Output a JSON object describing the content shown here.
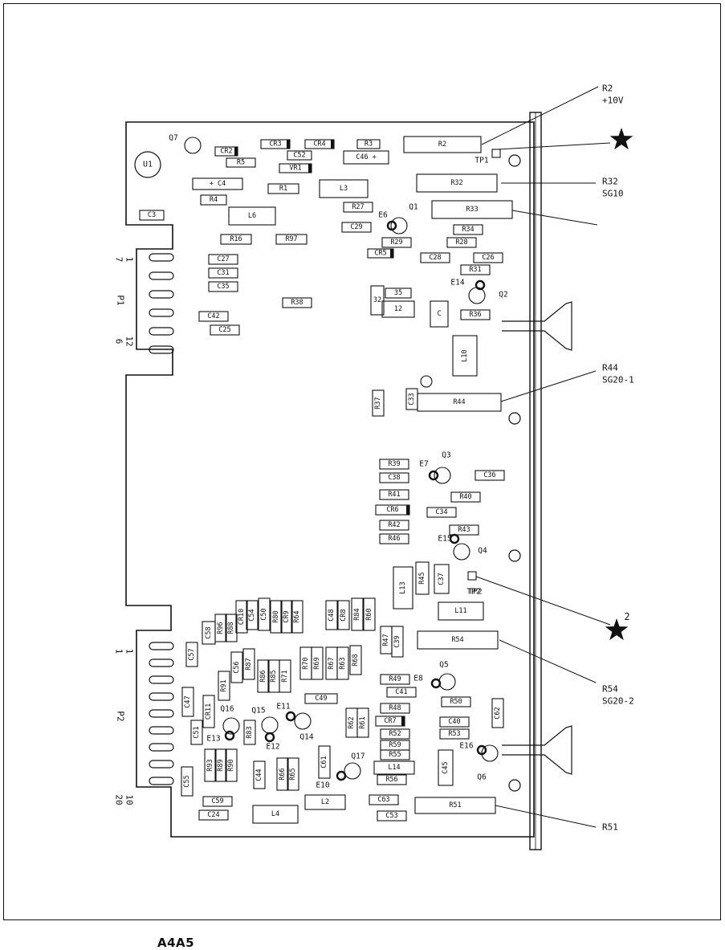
{
  "caption": "A4A5",
  "colors": {
    "ink": "#111111",
    "paper": "#ffffff"
  },
  "star_labels": [
    "",
    "2"
  ],
  "callouts": [
    {
      "lines": [
        "R2",
        "+10V"
      ]
    },
    {
      "lines": [
        "R32",
        "SG10"
      ]
    },
    {
      "lines": [
        "R44",
        "SG20-1"
      ]
    },
    {
      "lines": [
        "R54",
        "SG20-2"
      ]
    },
    {
      "lines": [
        "R51"
      ]
    }
  ],
  "connectors": {
    "p1": {
      "name": "P1",
      "pins_top": [
        "7",
        "1"
      ],
      "pins_bottom": [
        "6",
        "12"
      ]
    },
    "p2": {
      "name": "P2",
      "pins_top": [
        "1",
        "1"
      ],
      "pins_bottom": [
        "20",
        "10"
      ]
    }
  },
  "test_points": [
    "TP1",
    "TP2"
  ],
  "components": [
    "U1",
    "Q7",
    "CR2",
    "R5",
    "CR3",
    "C52",
    "VR1",
    "CR4",
    "R3",
    "C46 +",
    "R2",
    "+ C4",
    "R1",
    "L3",
    "R4",
    "L6",
    "C3",
    "R27",
    "E6",
    "Q1",
    "R32",
    "R33",
    "C29",
    "R29",
    "CR5",
    "R34",
    "R28",
    "C28",
    "C26",
    "R31",
    "R16",
    "R97",
    "C27",
    "C31",
    "C35",
    "R38",
    "35",
    "32",
    "12",
    "C",
    "E14",
    "Q2",
    "R36",
    "C42",
    "C25",
    "L10",
    "C33",
    "R37",
    "R44",
    "R39",
    "E7",
    "Q3",
    "C36",
    "C38",
    "R41",
    "R40",
    "CR6",
    "C34",
    "R42",
    "R43",
    "R46",
    "E15",
    "Q4",
    "L13",
    "R45",
    "C37",
    "TP2",
    "L11",
    "C58",
    "R96",
    "R88",
    "CR10",
    "C54",
    "C50",
    "R80",
    "CR9",
    "R64",
    "C48",
    "CR8",
    "R84",
    "R60",
    "C57",
    "C56",
    "R87",
    "R86",
    "R85",
    "R71",
    "R70",
    "R69",
    "R67",
    "R63",
    "R68",
    "R47",
    "C39",
    "R54",
    "R91",
    "Q5",
    "E8",
    "R49",
    "C41",
    "R50",
    "C49",
    "C47",
    "CR11",
    "Q16",
    "Q15",
    "E11",
    "R48",
    "CR7",
    "C62",
    "C51",
    "E13",
    "R83",
    "E12",
    "Q14",
    "R62",
    "R61",
    "R52",
    "C40",
    "R53",
    "R59",
    "E16",
    "R55",
    "C61",
    "Q17",
    "R93",
    "R89",
    "R90",
    "C44",
    "R66",
    "R65",
    "L14",
    "C45",
    "Q6",
    "E10",
    "R56",
    "C55",
    "C59",
    "L2",
    "C63",
    "R51",
    "C24",
    "L4",
    "C53"
  ]
}
